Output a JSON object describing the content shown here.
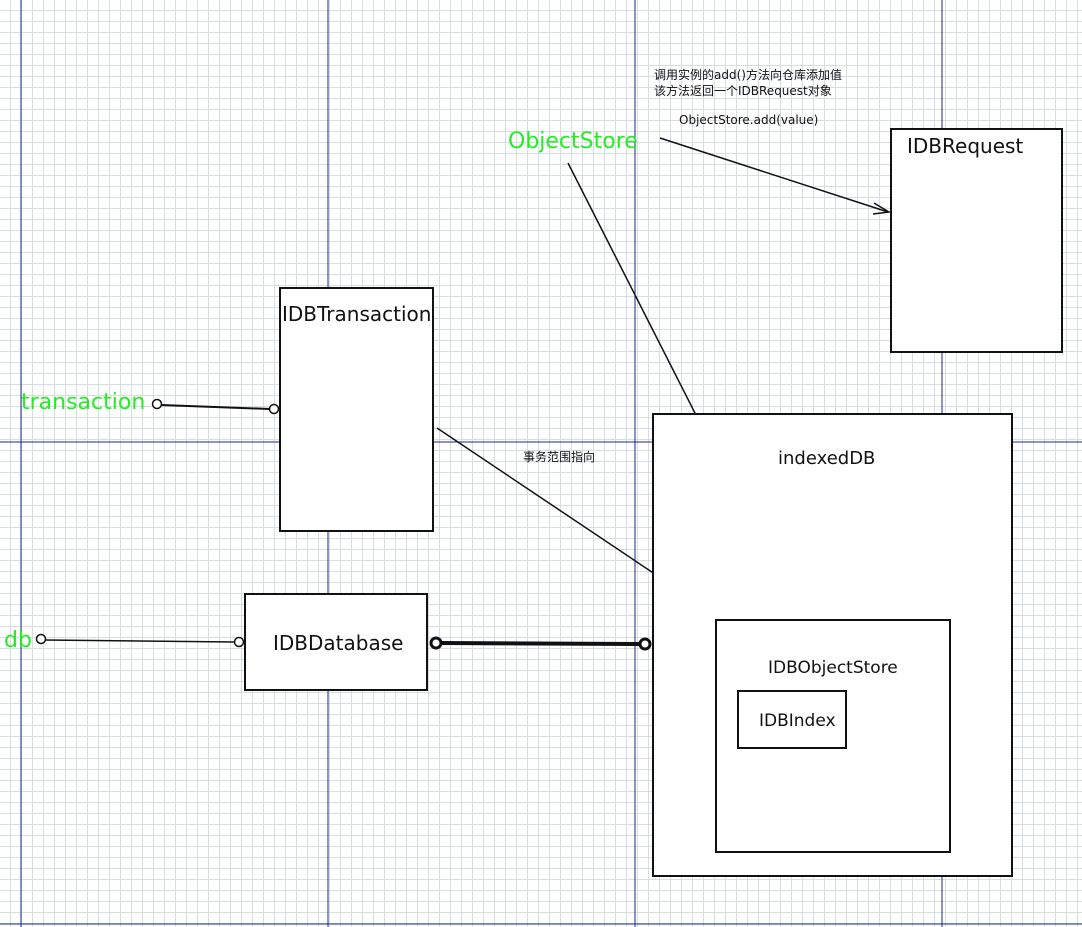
{
  "nodes": {
    "idbrequest": "IDBRequest",
    "idbtransaction": "IDBTransaction",
    "idbdatabase": "IDBDatabase",
    "indexeddb": "indexedDB",
    "idbobjectstore": "IDBObjectStore",
    "idbindex": "IDBIndex"
  },
  "labels": {
    "objectstore": "ObjectStore",
    "transaction": "transaction",
    "db": "db"
  },
  "annotations": {
    "add_line1": "调用实例的add()方法向仓库添加值",
    "add_line2": "该方法返回一个IDBRequest对象",
    "add_call": "ObjectStore.add(value)",
    "scope": "事务范围指向"
  },
  "colors": {
    "label_green": "#22ee22",
    "guide_blue": "#1a2a8c",
    "grid": "#d6dde3",
    "stroke": "#111111"
  }
}
